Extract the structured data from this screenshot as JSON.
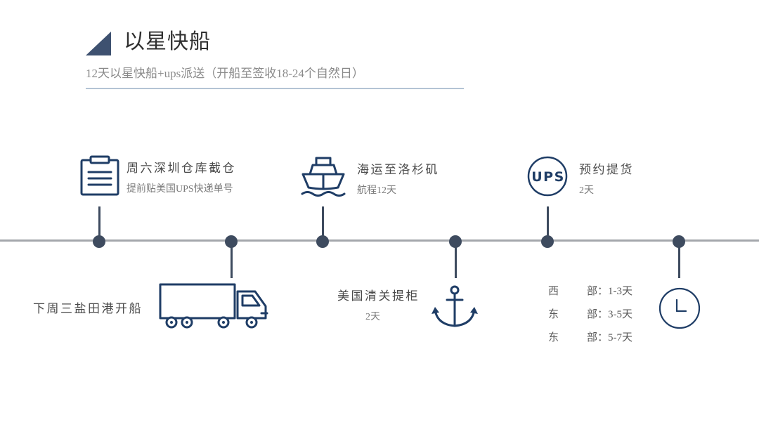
{
  "header": {
    "title": "以星快船",
    "subtitle": "12天以星快船+ups派送（开船至签收18-24个自然日）"
  },
  "colors": {
    "icon": "#1f3d66",
    "accent": "#3e5170",
    "timeline_dot": "#3e4b5f",
    "timeline_line": "#a4a7ac",
    "rule": "#b3c3d4"
  },
  "timeline": {
    "steps": [
      {
        "icon": "clipboard-icon",
        "title": "周六深圳仓库截仓",
        "detail": "提前贴美国UPS快递单号"
      },
      {
        "icon": "truck-icon",
        "title": "下周三盐田港开船"
      },
      {
        "icon": "ship-icon",
        "title": "海运至洛杉矶",
        "detail": "航程12天"
      },
      {
        "icon": "anchor-icon",
        "title": "美国清关提柜",
        "detail": "2天"
      },
      {
        "icon": "ups-icon",
        "icon_text": "UPS",
        "title": "预约提货",
        "detail": "2天"
      },
      {
        "icon": "clock-icon",
        "rows": [
          {
            "region": "西",
            "rest": "部：1-3天"
          },
          {
            "region": "东",
            "rest": "部：3-5天"
          },
          {
            "region": "东",
            "rest": "部：5-7天"
          }
        ]
      }
    ]
  }
}
